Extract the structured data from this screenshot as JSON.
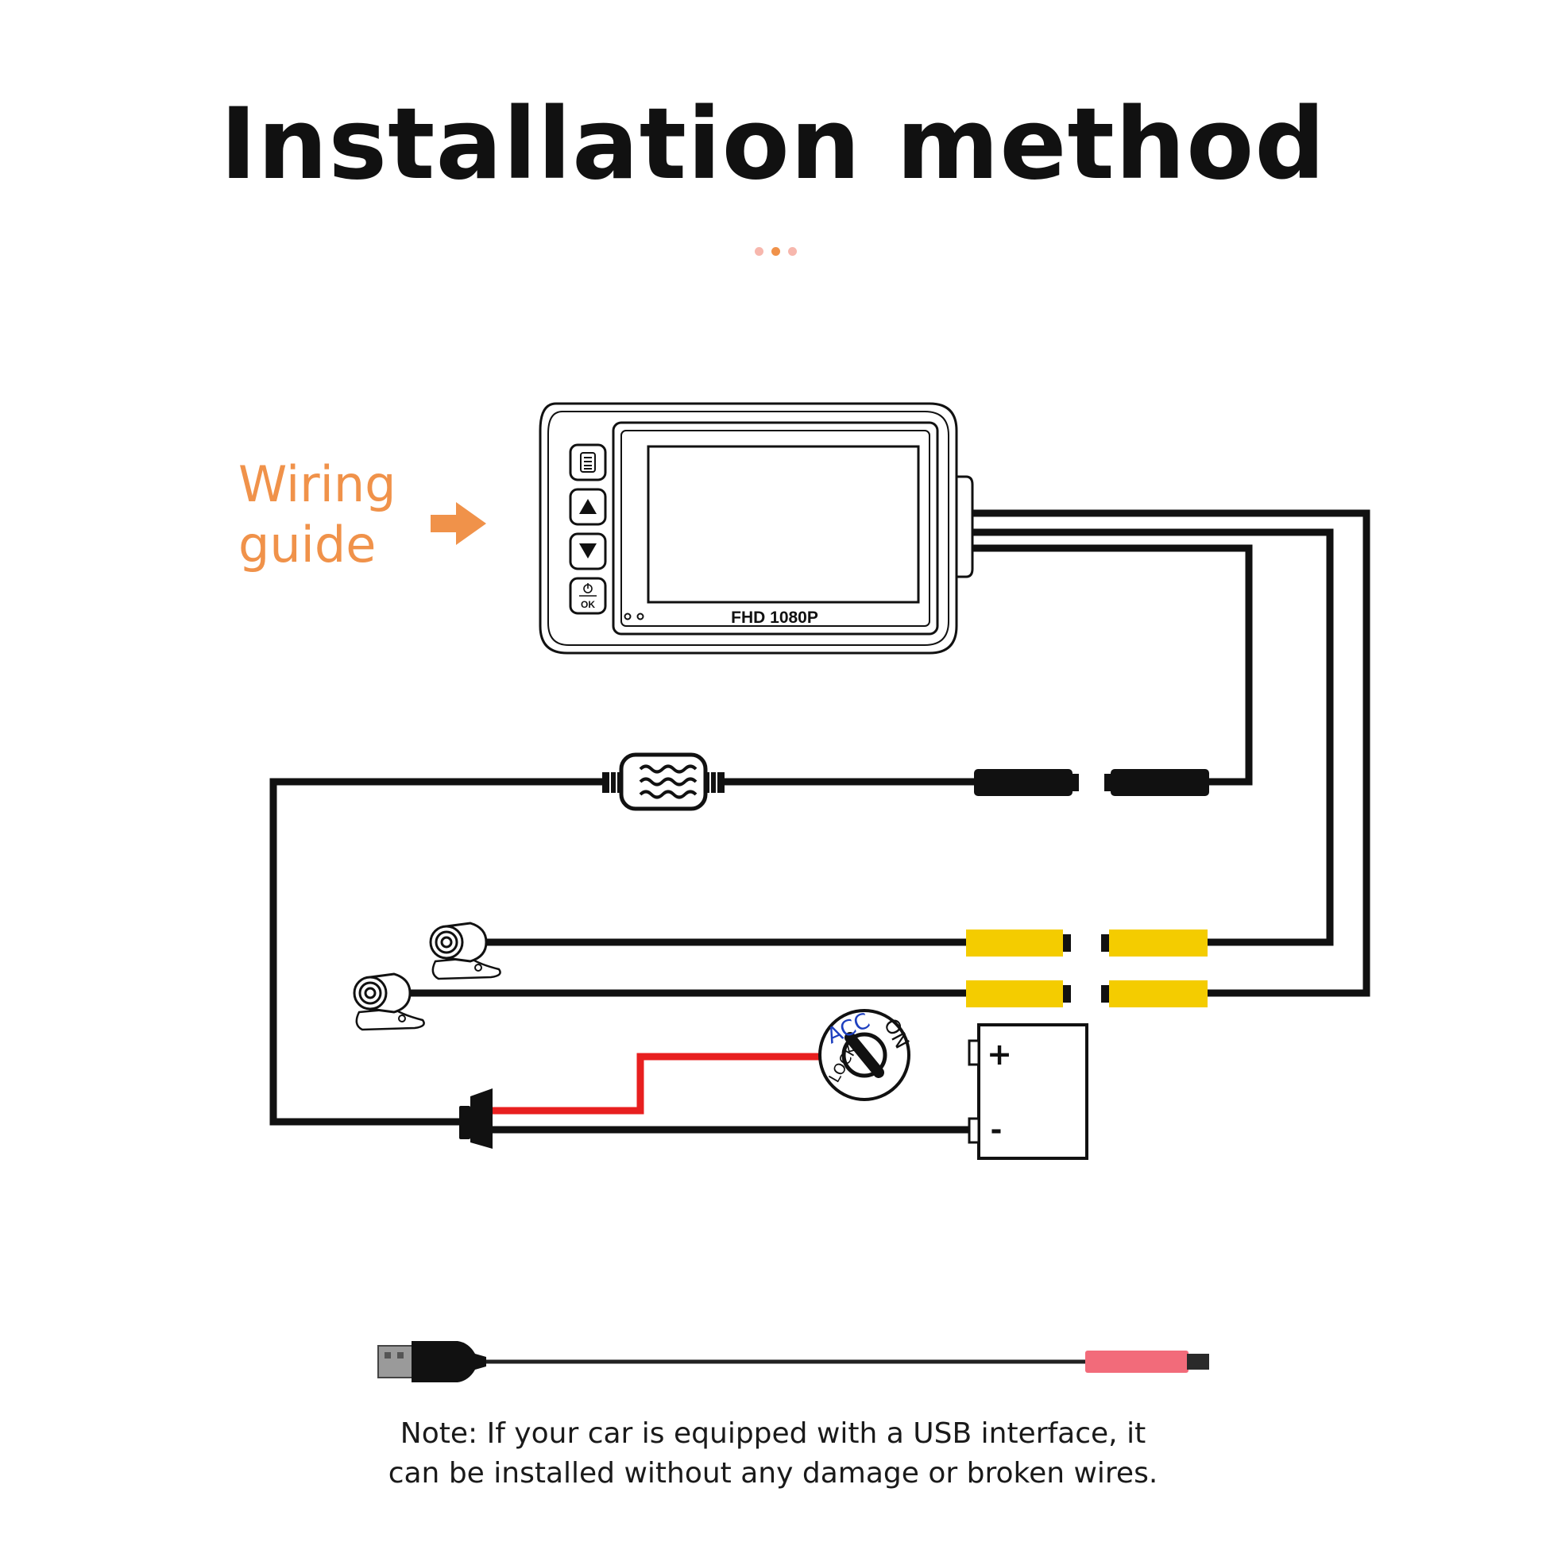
{
  "title": "Installation method",
  "wiring_guide": {
    "line1": "Wiring",
    "line2": "guide"
  },
  "device": {
    "screen_label": "FHD 1080P",
    "ok_label": "OK"
  },
  "ignition": {
    "lock": "LOCK",
    "acc": "ACC",
    "on": "ON"
  },
  "battery": {
    "plus": "+",
    "minus": "-"
  },
  "note": {
    "line1": "Note: If your car is equipped with a USB interface, it",
    "line2": "can be installed without any damage or broken wires."
  },
  "colors": {
    "accent_orange": "#f0924a",
    "dot_light": "#f7b7ad",
    "dot_dark": "#f0924a",
    "connector_yellow": "#f4cc00",
    "wire_red": "#e81f1f",
    "wire_black": "#111111",
    "acc_blue": "#1d3fbf",
    "usb_pink": "#f26b7a"
  },
  "icons": [
    "menu-icon",
    "up-arrow-icon",
    "down-arrow-icon",
    "power-icon",
    "right-arrow-icon",
    "rear-camera-icon",
    "ignition-key-icon",
    "battery-icon",
    "fuse-icon",
    "usb-plug-icon"
  ]
}
